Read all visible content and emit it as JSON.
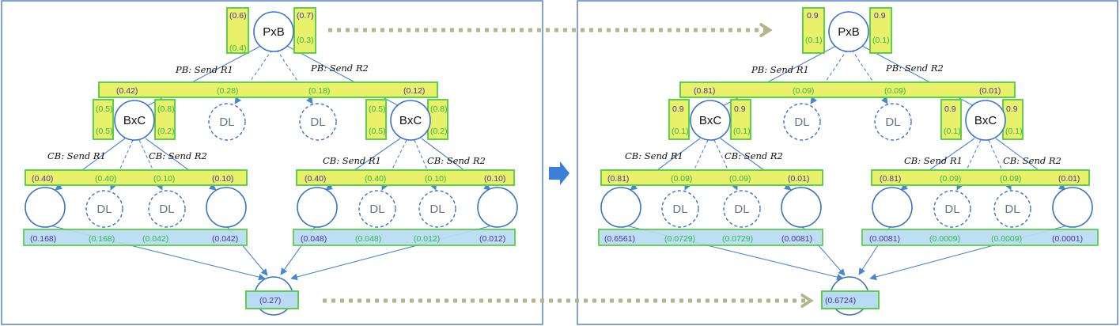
{
  "colors": {
    "yellow_bar": "#e9f06a",
    "blue_bar": "#b9dcf4",
    "bar_border": "#5ccf4d",
    "node_stroke": "#3b73c3",
    "value_purple": "#4b2fa3",
    "value_green": "#2fb84a",
    "progress_arrow": "#3a7fd9",
    "dotted_arrow": "#b5b58a"
  },
  "edge_labels": {
    "pb_r1": "PB: Send R1",
    "pb_r2": "PB: Send R2",
    "cb_r1": "CB: Send R1",
    "cb_r2": "CB: Send R2"
  },
  "before": {
    "root": {
      "label": "PxB",
      "left_top": "(0.6)",
      "left_bottom": "(0.4)",
      "right_top": "(0.7)",
      "right_bottom": "(0.3)"
    },
    "level1": [
      "(0.42)",
      "(0.28)",
      "(0.18)",
      "(0.12)"
    ],
    "mid_left": {
      "label": "BxC",
      "left_top": "(0.5)",
      "left_bottom": "(0.5)",
      "right_top": "(0.8)",
      "right_bottom": "(0.2)"
    },
    "mid_right": {
      "label": "BxC",
      "left_top": "(0.5)",
      "left_bottom": "(0.5)",
      "right_top": "(0.8)",
      "right_bottom": "(0.2)"
    },
    "dl": "DL",
    "level2_left": [
      "(0.40)",
      "(0.40)",
      "(0.10)",
      "(0.10)"
    ],
    "level2_right": [
      "(0.40)",
      "(0.40)",
      "(0.10)",
      "(0.10)"
    ],
    "leaf_left": [
      "(0.168)",
      "(0.168)",
      "(0.042)",
      "(0.042)"
    ],
    "leaf_right": [
      "(0.048)",
      "(0.048)",
      "(0.012)",
      "(0.012)"
    ],
    "total": "(0.27)"
  },
  "after": {
    "root": {
      "label": "PxB",
      "left_top": "0.9",
      "left_bottom": "(0.1)",
      "right_top": "0.9",
      "right_bottom": "(0.1)"
    },
    "level1": [
      "(0.81)",
      "(0.09)",
      "(0.09)",
      "(0.01)"
    ],
    "mid_left": {
      "label": "BxC",
      "left_top": "0.9",
      "left_bottom": "(0.1)",
      "right_top": "0.9",
      "right_bottom": "(0.1)"
    },
    "mid_right": {
      "label": "BxC",
      "left_top": "0.9",
      "left_bottom": "(0.1)",
      "right_top": "0.9",
      "right_bottom": "(0.1)"
    },
    "dl": "DL",
    "level2_left": [
      "(0.81)",
      "(0.09)",
      "(0.09)",
      "(0.01)"
    ],
    "level2_right": [
      "(0.81)",
      "(0.09)",
      "(0.09)",
      "(0.01)"
    ],
    "leaf_left": [
      "(0.6561)",
      "(0.0729)",
      "(0.0729)",
      "(0.0081)"
    ],
    "leaf_right": [
      "(0.0081)",
      "(0.0009)",
      "(0.0009)",
      "(0.0001)"
    ],
    "total": "(0.6724)"
  }
}
